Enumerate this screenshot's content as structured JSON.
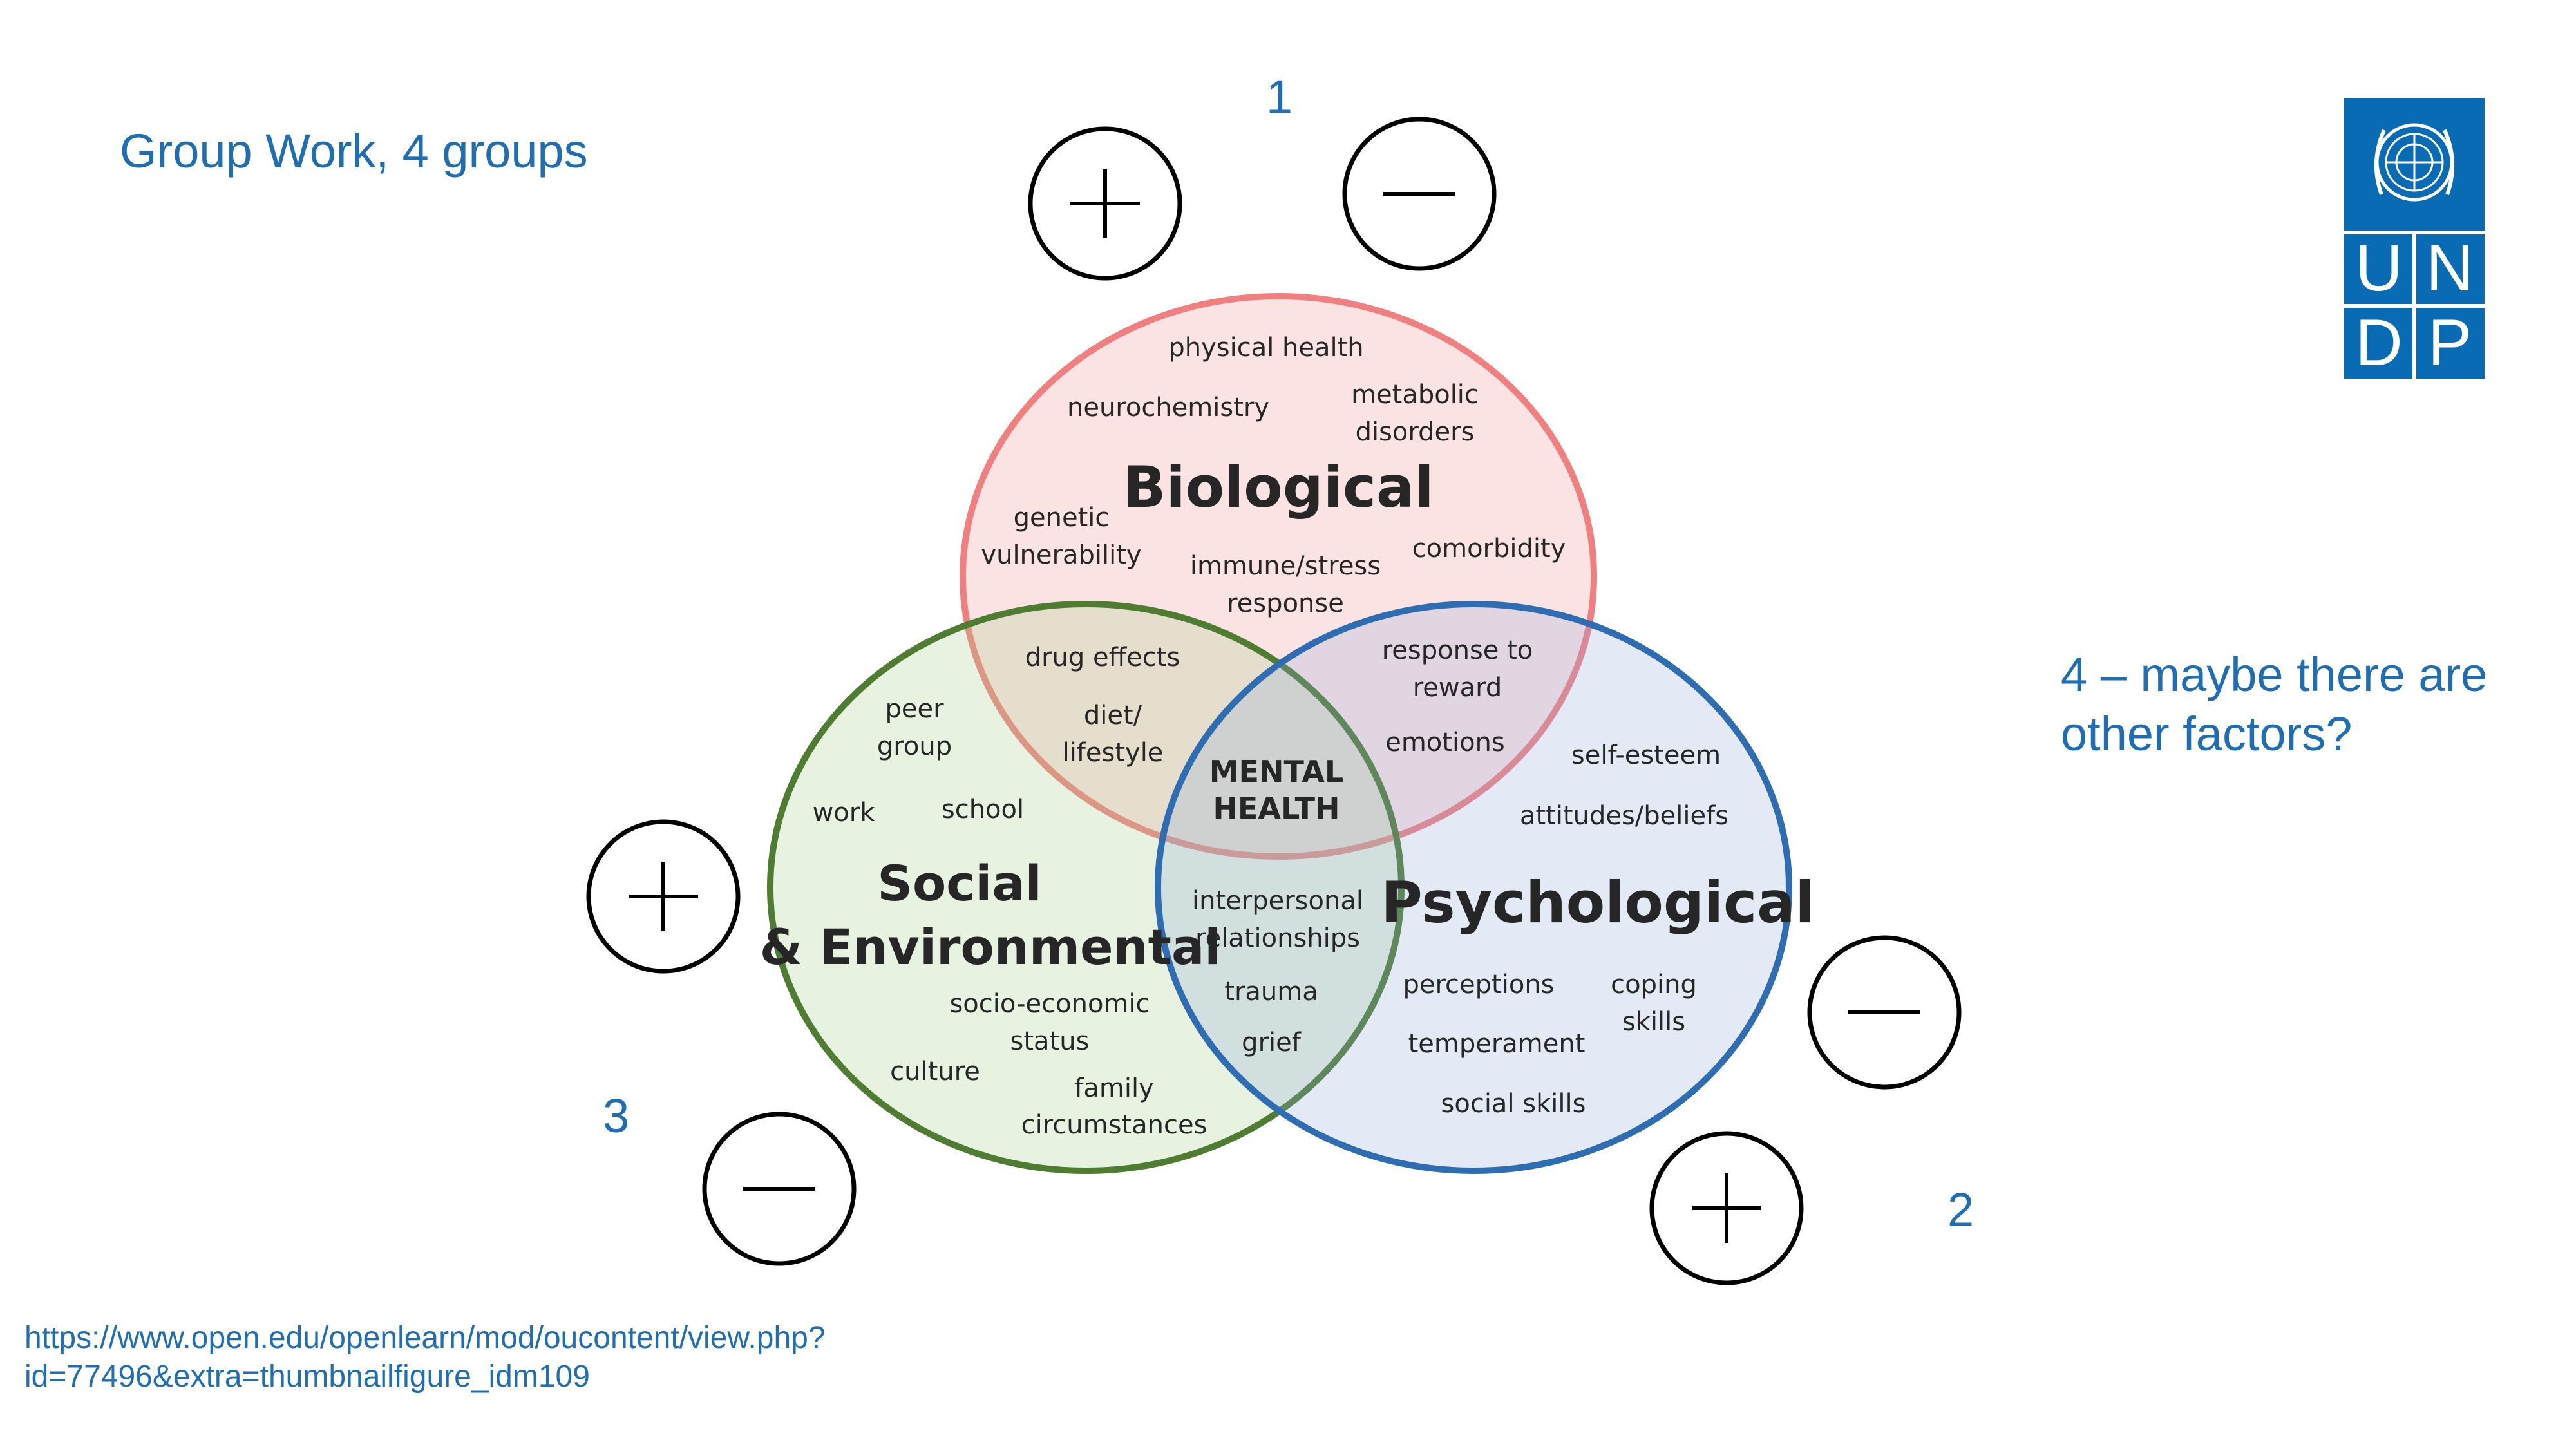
{
  "slide": {
    "title": "Group Work, 4 groups",
    "group_numbers": [
      "1",
      "2",
      "3"
    ],
    "group_4_note": "4 – maybe there are other factors?",
    "source_url": "https://www.open.edu/openlearn/mod/oucontent/view.php?id=77496&extra=thumbnailfigure_idm109"
  },
  "logo": {
    "letters": [
      "U",
      "N",
      "D",
      "P"
    ],
    "emblem": "un-emblem-icon",
    "color": "#0a6bb5"
  },
  "venn": {
    "biological": {
      "title": "Biological",
      "color": "#f08080",
      "items": [
        "physical health",
        "neurochemistry",
        "metabolic",
        "disorders",
        "genetic",
        "vulnerability",
        "immune/stress",
        "response",
        "comorbidity"
      ]
    },
    "social": {
      "title_line1": "Social",
      "title_line2": "& Environmental",
      "color": "#4e7d32",
      "items": [
        "peer",
        "group",
        "work",
        "school",
        "socio-economic",
        "status",
        "culture",
        "family",
        "circumstances"
      ]
    },
    "psychological": {
      "title": "Psychological",
      "color": "#2e6db2",
      "items": [
        "self-esteem",
        "attitudes/beliefs",
        "perceptions",
        "coping",
        "skills",
        "temperament",
        "social skills"
      ]
    },
    "bio_social": [
      "drug effects",
      "diet/",
      "lifestyle"
    ],
    "bio_psych": [
      "response to",
      "reward",
      "emotions"
    ],
    "social_psych": [
      "interpersonal",
      "relationships",
      "trauma",
      "grief"
    ],
    "center": [
      "MENTAL",
      "HEALTH"
    ]
  },
  "signs": {
    "plus_icon": "plus-circle-icon",
    "minus_icon": "minus-circle-icon"
  }
}
